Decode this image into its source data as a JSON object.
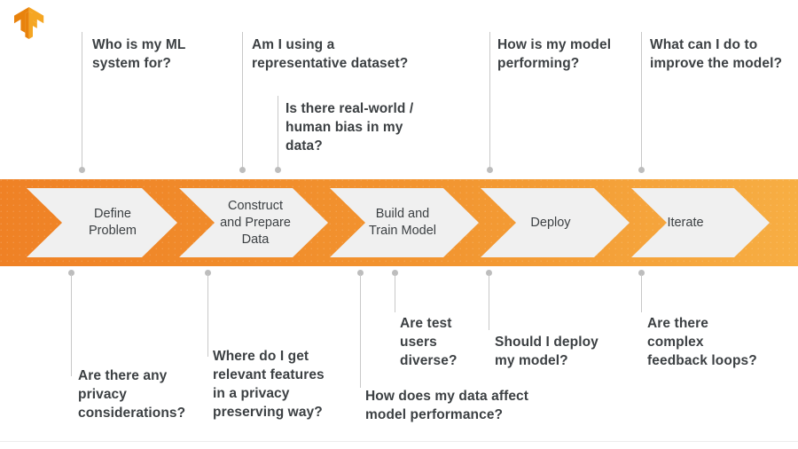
{
  "brand": {
    "logo_name": "tensorflow-logo",
    "orange_dark": "#ef8125",
    "orange_light": "#f7ab3f",
    "chevron_fill": "#f0f0f0",
    "text_color": "#3c4043",
    "connector_color": "#c8c8c8"
  },
  "pipeline": {
    "stages": [
      {
        "label": "Define\nProblem"
      },
      {
        "label": "Construct\nand Prepare\nData"
      },
      {
        "label": "Build and\nTrain Model"
      },
      {
        "label": "Deploy"
      },
      {
        "label": "Iterate"
      }
    ]
  },
  "questions_above": [
    {
      "text": "Who is my ML\nsystem for?"
    },
    {
      "text": "Am I using a\nrepresentative dataset?"
    },
    {
      "text": "Is there real-world /\nhuman bias in my\ndata?"
    },
    {
      "text": "How is my model\nperforming?"
    },
    {
      "text": "What can I do to\nimprove the model?"
    }
  ],
  "questions_below": [
    {
      "text": "Are there any\nprivacy\nconsiderations?"
    },
    {
      "text": "Where do I get\nrelevant features\nin a privacy\npreserving way?"
    },
    {
      "text": "How does my data affect\nmodel performance?"
    },
    {
      "text": "Are test\nusers\ndiverse?"
    },
    {
      "text": "Should I deploy\nmy model?"
    },
    {
      "text": "Are there\ncomplex\nfeedback loops?"
    }
  ]
}
